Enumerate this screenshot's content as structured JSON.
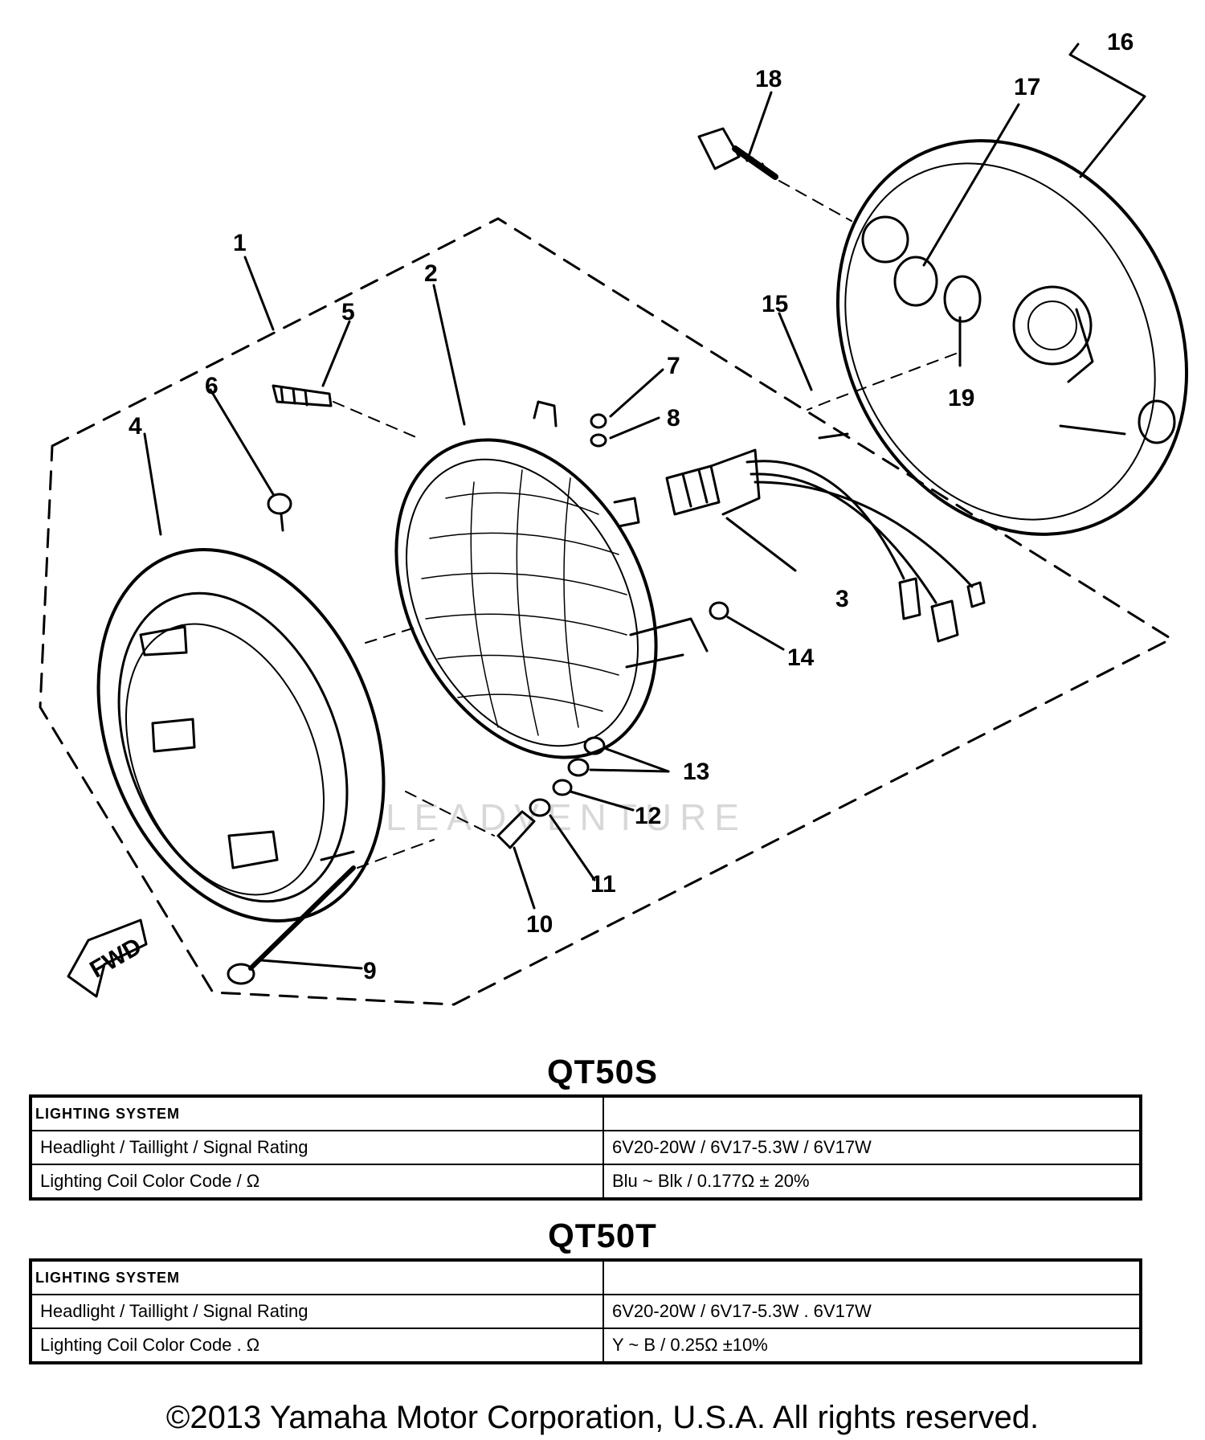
{
  "diagram": {
    "callouts": {
      "p1": "1",
      "p2": "2",
      "p3": "3",
      "p4": "4",
      "p5": "5",
      "p6": "6",
      "p7": "7",
      "p8": "8",
      "p9": "9",
      "p10": "10",
      "p11": "11",
      "p12": "12",
      "p13": "13",
      "p14": "14",
      "p15": "15",
      "p16": "16",
      "p17": "17",
      "p18": "18",
      "p19": "19"
    },
    "fwd_label": "FWD",
    "watermark": "LEADVENTURE"
  },
  "tables": [
    {
      "model": "QT50S",
      "header": "LIGHTING SYSTEM",
      "rows": [
        {
          "label": "Headlight / Taillight / Signal Rating",
          "value": "6V20-20W / 6V17-5.3W / 6V17W"
        },
        {
          "label": "Lighting Coil Color Code / Ω",
          "value": "Blu ~ Blk / 0.177Ω ± 20%"
        }
      ]
    },
    {
      "model": "QT50T",
      "header": "LIGHTING SYSTEM",
      "rows": [
        {
          "label": "Headlight / Taillight / Signal Rating",
          "value": "6V20-20W / 6V17-5.3W . 6V17W"
        },
        {
          "label": "Lighting Coil Color Code . Ω",
          "value": "Y ~ B / 0.25Ω ±10%"
        }
      ]
    }
  ],
  "footer": {
    "copyright": "©2013 Yamaha Motor Corporation, U.S.A. All rights reserved."
  }
}
